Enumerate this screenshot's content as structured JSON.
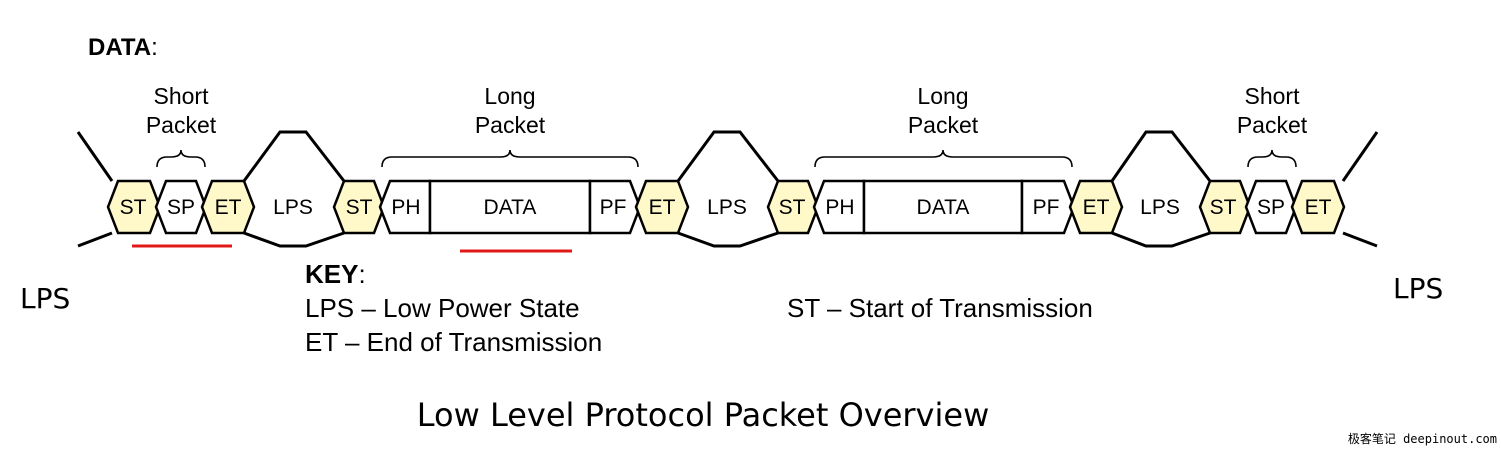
{
  "title": {
    "bold": "DATA",
    "suffix": ":"
  },
  "side_labels": {
    "left": "LPS",
    "right": "LPS"
  },
  "cells": {
    "st": "ST",
    "sp": "SP",
    "et": "ET",
    "lps": "LPS",
    "ph": "PH",
    "pf": "PF",
    "data": "DATA"
  },
  "groups": {
    "short_line1": "Short",
    "short_line2": "Packet",
    "long_line1": "Long",
    "long_line2": "Packet"
  },
  "key": {
    "title_bold": "KEY",
    "title_suffix": ":",
    "lps": "LPS – Low Power State",
    "et": "ET – End of Transmission",
    "st": "ST – Start of Transmission"
  },
  "caption": "Low Level Protocol Packet Overview",
  "watermark": "极客笔记 deepinout.com",
  "colors": {
    "marker_fill": "#fff8c8",
    "underline": "#e01818",
    "stroke": "#000000"
  }
}
